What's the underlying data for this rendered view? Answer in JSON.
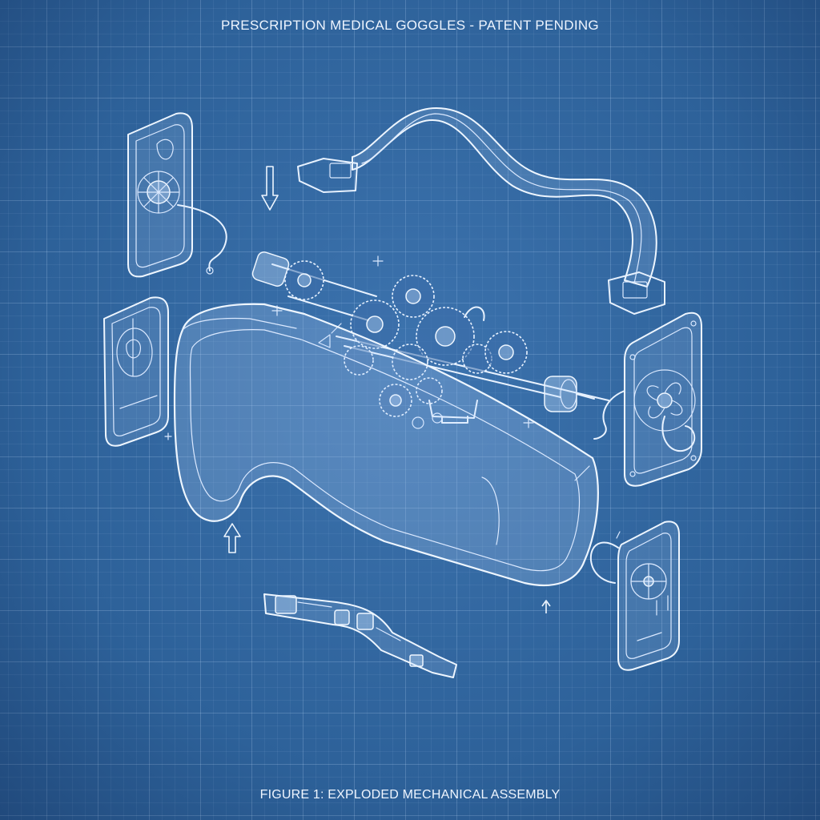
{
  "header": {
    "title": "PRESCRIPTION MEDICAL GOGGLES - PATENT PENDING"
  },
  "footer": {
    "caption": "FIGURE 1: EXPLODED MECHANICAL ASSEMBLY"
  },
  "palette": {
    "background": "#2d6199",
    "line": "#e8f2ff",
    "grid": "#c8e1ff"
  },
  "components": [
    "goggle-frame",
    "head-strap",
    "gear-assembly",
    "side-fan-module-right",
    "side-panel-upper-left",
    "side-panel-left",
    "side-panel-lower-right",
    "nose-bridge-bar"
  ]
}
